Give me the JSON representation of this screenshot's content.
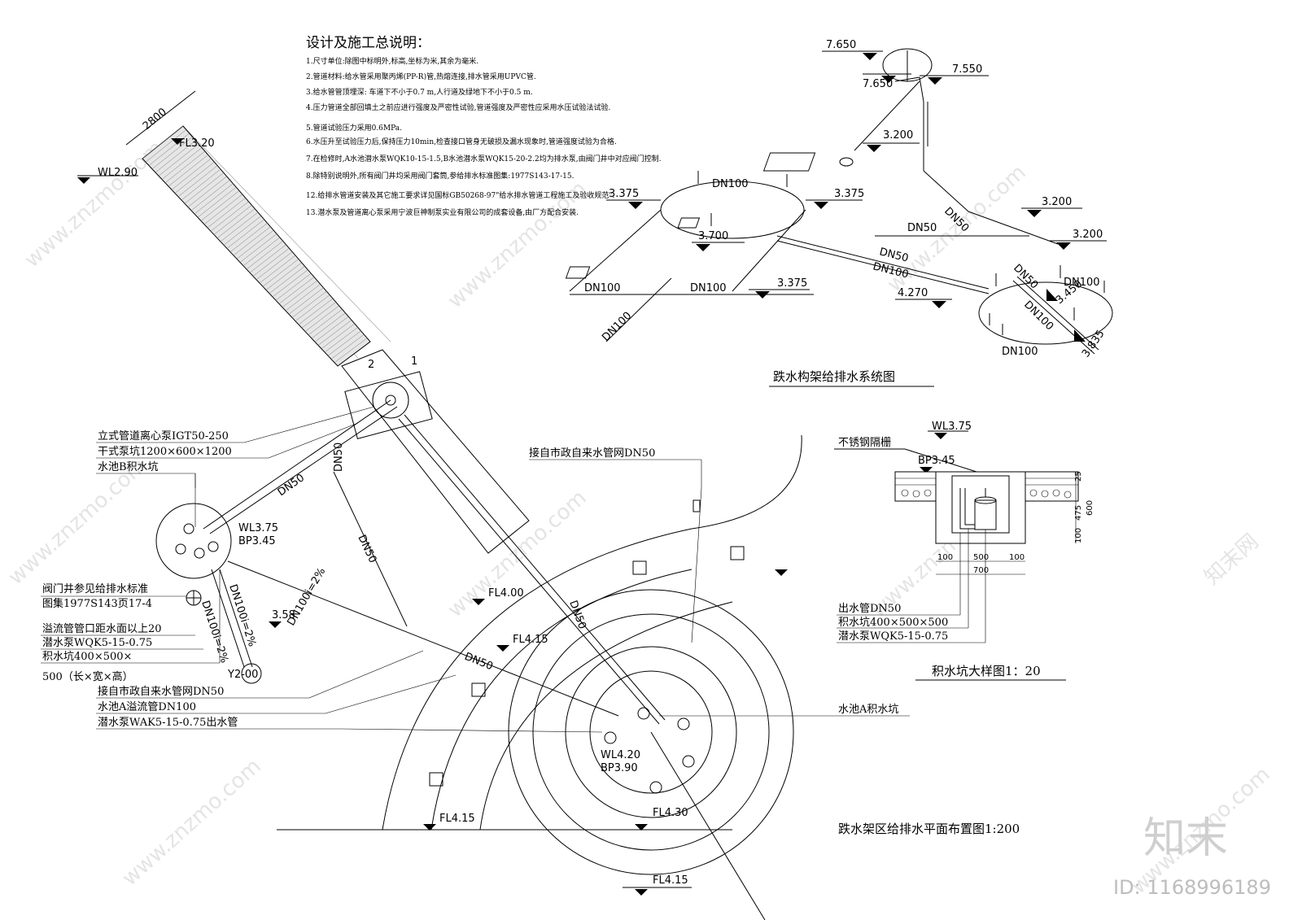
{
  "notes": {
    "heading": "设计及施工总说明：",
    "items": [
      "1.尺寸单位:除图中标明外,标高,坐标为米,其余为毫米.",
      "2.管道材料:给水管采用聚丙烯(PP-R)管,热熔连接,排水管采用UPVC管.",
      "3.给水管管顶埋深: 车道下不小于0.7 m,人行道及绿地下不小于0.5 m.",
      "4.压力管道全部回填土之前应进行强度及严密性试验,管道强度及严密性应采用水压试验法试验.",
      "5.管道试验压力采用0.6MPa.",
      "6.水压升至试验压力后,保持压力10min,检查接口管身无破损及漏水现象时,管道强度试验为合格.",
      "7.在检修时,A水池潜水泵WQK10-15-1.5,B水池潜水泵WQK15-20-2.2均为排水泵,由阀门井中对应阀门控制.",
      "8.除特别说明外,所有阀门井均采用阀门套筒,参给排水标准图集:1977S143-17-15.",
      "12.给排水管道安装及其它施工要求详见国标GB50268-97\"给水排水管道工程施工及验收规范\".",
      "13.潜水泵及管道离心泵采用宁波巨神制泵实业有限公司的成套设备,由厂方配合安装."
    ]
  },
  "system": {
    "title": "跌水构架给排水系统图",
    "elev": [
      "7.650",
      "7.550",
      "7.650",
      "3.200",
      "3.200",
      "3.200",
      "3.375",
      "3.375",
      "3.700",
      "3.375",
      "4.270",
      "3.450",
      "3.835"
    ],
    "pipes": [
      "DN100",
      "DN50",
      "DN50",
      "DN50",
      "DN100",
      "DN100",
      "DN100",
      "DN100",
      "DN50",
      "DN100",
      "DN100",
      "DN100"
    ]
  },
  "pit": {
    "title": "积水坑大样图1：20",
    "wl": "WL3.75",
    "grate": "不锈钢隔栅",
    "bp": "BP3.45",
    "dims": [
      "25",
      "475",
      "600",
      "100",
      "100",
      "500",
      "100",
      "700"
    ],
    "labels": [
      "出水管DN50",
      "积水坑400×500×500",
      "潜水泵WQK5-15-0.75"
    ]
  },
  "plan": {
    "title": "跌水架区给排水平面布置图1:200",
    "left_labels": [
      "立式管道离心泵IGT50-250",
      "干式泵坑1200×600×1200",
      "水池B积水坑",
      "阀门井参见给排水标准",
      "图集1977S143页17-4",
      "溢流管管口距水面以上20",
      "潜水泵WQK5-15-0.75",
      "积水坑400×500×",
      "500（长×宽×高）",
      "接自市政自来水管网DN50",
      "水池A溢流管DN100",
      "潜水泵WAK5-15-0.75出水管"
    ],
    "marks": [
      "2800",
      "FL3.20",
      "WL2.90",
      "WL3.75",
      "BP3.45",
      "3.58",
      "Y2-00",
      "FL4.00",
      "FL4.15",
      "FL4.15",
      "FL4.30",
      "FL4.15",
      "WL4.20",
      "BP3.90"
    ],
    "pipes": [
      "DN50",
      "DN50",
      "DN50",
      "DN50",
      "DN50",
      "DN100i=2%",
      "DN100i=2%",
      "DN100i=2%"
    ],
    "top_callout": "接自市政自来水管网DN50",
    "pool_a": "水池A积水坑",
    "keys": [
      "2",
      "1"
    ]
  },
  "watermark": {
    "brand": "知末",
    "id": "ID: 1168996189",
    "site": "www.znzmo.com",
    "tag": "知末网"
  }
}
